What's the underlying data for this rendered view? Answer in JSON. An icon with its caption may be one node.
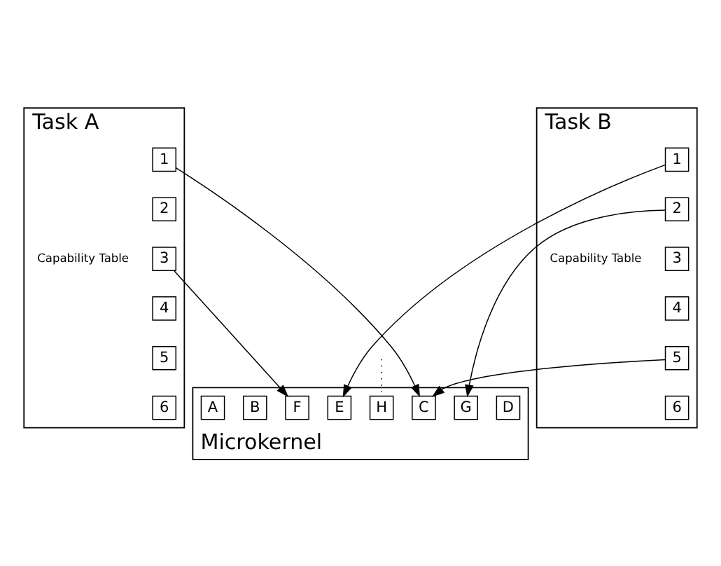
{
  "diagram": {
    "nodes": [
      {
        "text": [
          "Task A"
        ]
      },
      {
        "text": [
          "1"
        ],
        "in": 0
      },
      {
        "text": [
          "2"
        ],
        "in": 0
      },
      {
        "text": [
          "3"
        ],
        "in": 0
      },
      {
        "text": [
          "4"
        ],
        "in": 0
      },
      {
        "text": [
          "5"
        ],
        "in": 0
      },
      {
        "text": [
          "6"
        ],
        "in": 0
      },
      {
        "text": [
          "Task B"
        ]
      },
      {
        "text": [
          "1"
        ],
        "in": 7
      },
      {
        "text": [
          "2"
        ],
        "in": 7
      },
      {
        "text": [
          "3"
        ],
        "in": 7
      },
      {
        "text": [
          "4"
        ],
        "in": 7
      },
      {
        "text": [
          "5"
        ],
        "in": 7
      },
      {
        "text": [
          "6"
        ],
        "in": 7
      },
      {
        "text": [
          "Microkernel"
        ]
      },
      {
        "text": [
          "A"
        ],
        "in": 14
      },
      {
        "text": [
          "B"
        ],
        "in": 14
      },
      {
        "text": [
          "C"
        ],
        "in": 14
      },
      {
        "text": [
          "D"
        ],
        "in": 14
      },
      {
        "text": [
          "E"
        ],
        "in": 14
      },
      {
        "text": [
          "F"
        ],
        "in": 14
      },
      {
        "text": [
          "G"
        ],
        "in": 14
      },
      {
        "text": [
          "H"
        ],
        "in": 14
      }
    ],
    "edges": [
      {
        "from": 1,
        "to": 17,
        "arrow": "to"
      },
      {
        "from": 3,
        "to": 20,
        "arrow": "to"
      },
      {
        "from": 8,
        "to": 19,
        "arrow": "to"
      },
      {
        "from": 9,
        "to": 21,
        "arrow": "to"
      },
      {
        "from": 12,
        "to": 17,
        "arrow": "to"
      },
      {
        "from": null,
        "to": 22,
        "arrow": "none",
        "style": "dashed"
      }
    ],
    "labels": [
      "Capability Table",
      "Capability Table"
    ]
  }
}
